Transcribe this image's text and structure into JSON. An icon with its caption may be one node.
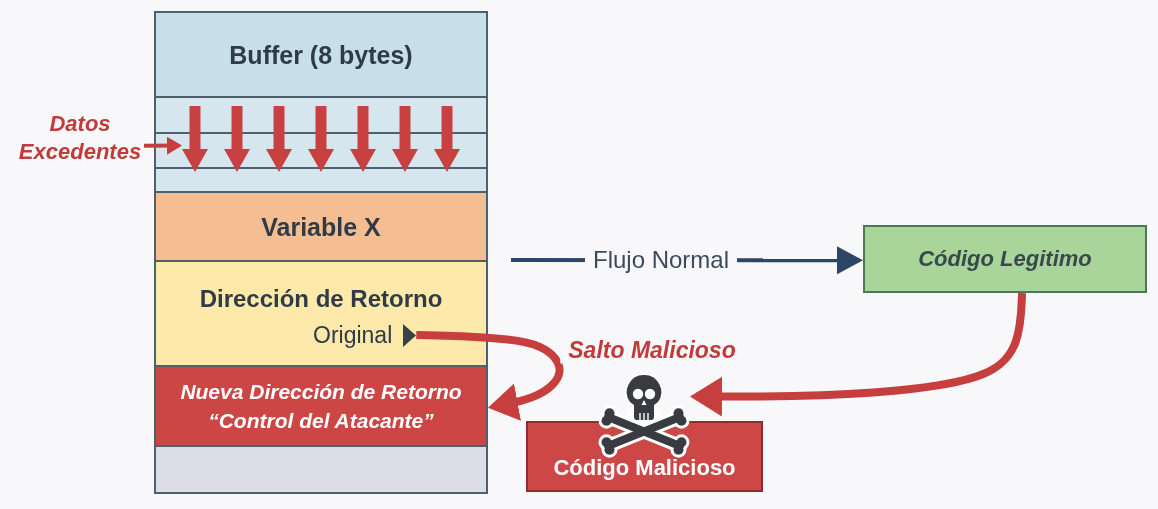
{
  "diagram": {
    "nodes": [
      {
        "text": [
          "Buffer (8 bytes)"
        ]
      },
      {
        "text": [
          "Datos Excedentes"
        ]
      },
      {
        "text": [],
        "shape": "box"
      },
      {
        "text": [],
        "shape": "picture",
        "in": 2
      },
      {
        "text": [
          "Variable X"
        ]
      },
      {
        "text": [
          "Dirección de Retorno"
        ]
      },
      {
        "text": [
          "Original"
        ],
        "in": 5
      },
      {
        "text": [
          "Nueva Dirección de Retorno",
          "“Control del Atacante”"
        ]
      },
      {
        "text": [],
        "shape": "box"
      },
      {
        "text": [
          "Código Legitimo"
        ]
      },
      {
        "text": [],
        "shape": "picture"
      },
      {
        "text": [
          "Código Malicioso"
        ]
      }
    ],
    "edges": [
      {
        "from": 1,
        "to": 3,
        "arrow": "to"
      },
      {
        "from": null,
        "to": 9,
        "arrow": "to",
        "label": "Flujo Normal",
        "color": "#2f4565"
      },
      {
        "from": 6,
        "to": 7,
        "arrow": "to",
        "label": "Salto Malicioso",
        "style": "thick"
      },
      {
        "from": 9,
        "to": 10,
        "arrow": "to",
        "style": "thick"
      }
    ]
  }
}
